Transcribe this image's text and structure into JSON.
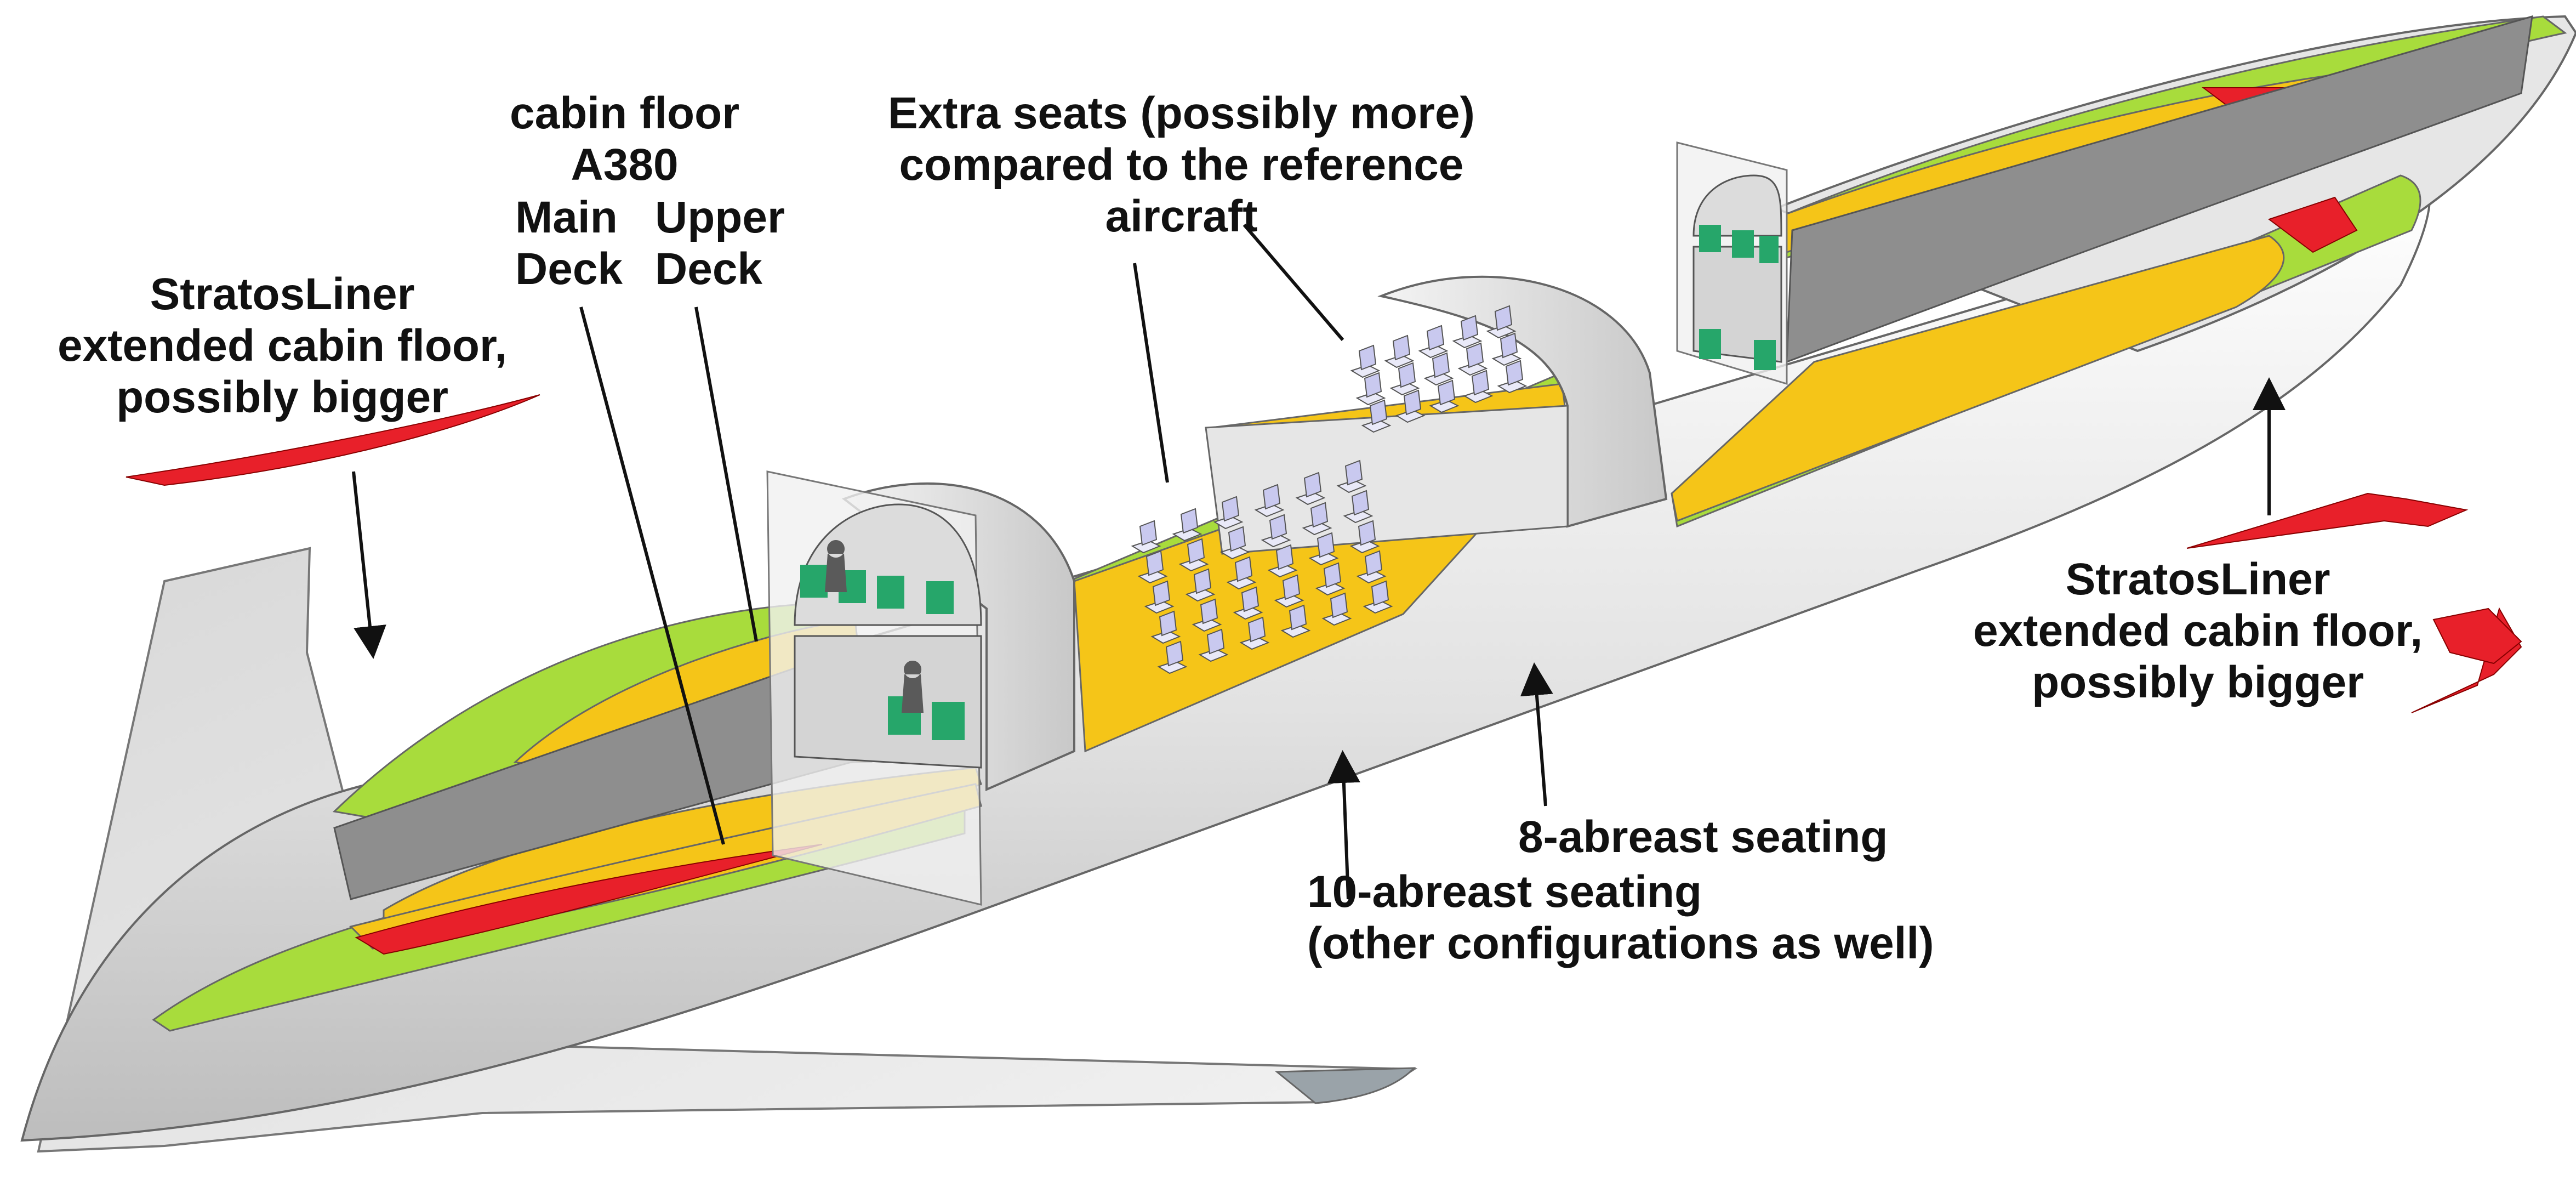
{
  "labels": {
    "cabin_floor_a380": [
      "cabin floor",
      "A380"
    ],
    "main_deck": [
      "Main",
      "Deck"
    ],
    "upper_deck": [
      "Upper",
      "Deck"
    ],
    "extra_seats": [
      "Extra seats (possibly more)",
      "compared to the reference",
      "aircraft"
    ],
    "stratosliner_left": [
      "StratosLiner",
      "extended cabin floor,",
      "possibly bigger"
    ],
    "stratosliner_right": [
      "StratosLiner",
      "extended cabin floor,",
      "possibly bigger"
    ],
    "eight_abreast": "8-abreast seating",
    "ten_abreast": [
      "10-abreast seating",
      "(other configurations as well)"
    ]
  },
  "colors": {
    "a380_floor": "#f5c518",
    "extended_floor": "#e8202a",
    "upper_deck_surface": "#a8dc3c",
    "fuselage": "#eeeeee",
    "fuselage_shadow": "#8e8e8e",
    "seat": "#c9c9ef",
    "cabin_seat": "#26a66a"
  },
  "icons": [
    "arrow-icon",
    "seat-icon",
    "passenger-silhouette-icon"
  ]
}
